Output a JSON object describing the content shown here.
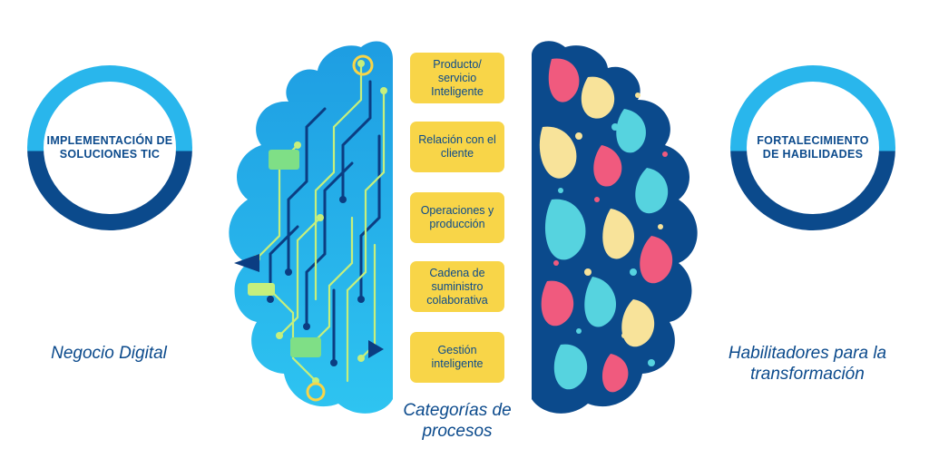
{
  "left_circle": {
    "text": "IMPLEMENTACIÓN DE SOLUCIONES TIC"
  },
  "right_circle": {
    "text": "FORTALECIMIENTO DE HABILIDADES"
  },
  "left_label": "Negocio Digital",
  "right_label": "Habilitadores para la transformación",
  "center_label": "Categorías de procesos",
  "categories": [
    "Producto/ servicio Inteligente",
    "Relación con el cliente",
    "Operaciones y producción",
    "Cadena de suministro colaborativa",
    "Gestión inteligente"
  ],
  "colors": {
    "dark_blue": "#0b4a8c",
    "light_blue": "#29b6ec",
    "yellow": "#f8d548",
    "pink": "#f05a7e",
    "cream": "#f8e39a",
    "cyan": "#56d3df"
  }
}
